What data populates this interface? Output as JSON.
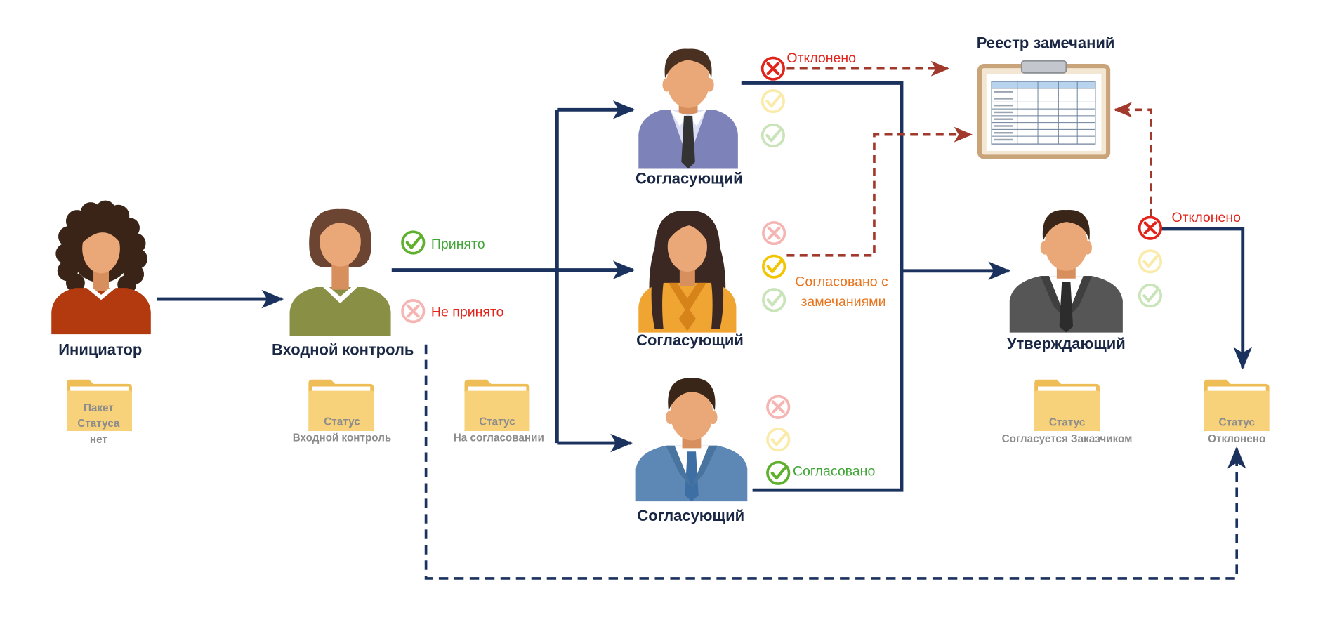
{
  "diagram": {
    "register": {
      "title": "Реестр замечаний"
    },
    "persons": {
      "initiator": "Инициатор",
      "input_control": "Входной контроль",
      "approver_1": "Согласующий",
      "approver_2": "Согласующий",
      "approver_3": "Согласующий",
      "final_approver": "Утверждающий"
    },
    "statuses": {
      "accepted": "Принято",
      "not_accepted": "Не принято",
      "approver_1_rejected": "Отклонено",
      "approver_2_remarks_line1": "Согласовано с",
      "approver_2_remarks_line2": "замечаниями",
      "approver_3_approved": "Согласовано",
      "final_rejected": "Отклонено"
    },
    "folders": [
      {
        "lines": [
          "Пакет",
          "Статуса"
        ],
        "caption": "нет"
      },
      {
        "lines": [
          "Статус"
        ],
        "caption": "Входной контроль"
      },
      {
        "lines": [
          "Статус"
        ],
        "caption": "На согласовании"
      },
      {
        "lines": [
          "Статус"
        ],
        "caption": "Согласуется Заказчиком"
      },
      {
        "lines": [
          "Статус"
        ],
        "caption": "Отклонено"
      }
    ]
  },
  "icons": {
    "person": "person-icon",
    "folder": "folder-icon",
    "register": "clipboard-icon",
    "status_ok": "check-circle-icon",
    "status_rejected": "cross-circle-icon"
  },
  "colors": {
    "flow_arrow": "#1b325e",
    "remarks_arrow": "#a13a2c",
    "rejected": "#e2231a",
    "with_remarks": "#f2c500",
    "approved": "#5fb02e",
    "remarks_text": "#e8741e",
    "accepted_text": "#3fa535",
    "folder_back": "#efbd55",
    "folder_front": "#f7d27a"
  }
}
